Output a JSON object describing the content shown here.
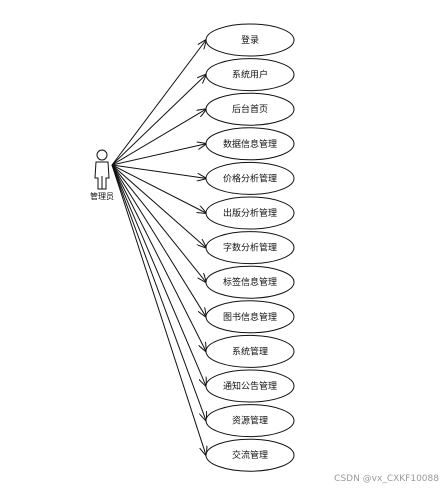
{
  "actor": {
    "label": "管理员",
    "icon": "stick-figure-icon"
  },
  "use_cases": [
    {
      "label": "登录"
    },
    {
      "label": "系统用户"
    },
    {
      "label": "后台首页"
    },
    {
      "label": "数据信息管理"
    },
    {
      "label": "价格分析管理"
    },
    {
      "label": "出版分析管理"
    },
    {
      "label": "字数分析管理"
    },
    {
      "label": "标签信息管理"
    },
    {
      "label": "图书信息管理"
    },
    {
      "label": "系统管理"
    },
    {
      "label": "通知公告管理"
    },
    {
      "label": "资源管理"
    },
    {
      "label": "交流管理"
    }
  ],
  "watermark": "CSDN @vx_CXKF10088",
  "colors": {
    "line": "#111111",
    "background": "#ffffff",
    "watermark": "#9a9a9a"
  }
}
